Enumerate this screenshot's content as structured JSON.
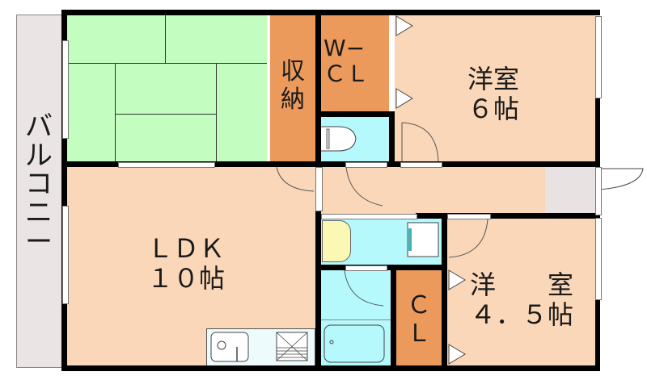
{
  "floor_plan": {
    "rooms": [
      {
        "id": "balcony",
        "label": "バルコニー"
      },
      {
        "id": "washitsu",
        "label": ""
      },
      {
        "id": "shuno",
        "label": "収\n納"
      },
      {
        "id": "wcl",
        "label": "W−\nＣＬ"
      },
      {
        "id": "western6",
        "label": "洋室\n６帖"
      },
      {
        "id": "ldk",
        "label": "ＬＤＫ\n１０帖"
      },
      {
        "id": "cl",
        "label": "Ｃ\nＬ"
      },
      {
        "id": "western45",
        "label": "洋　　室\n４．５帖"
      }
    ],
    "colors": {
      "tatami": "#c3fdbf",
      "room": "#fad7b8",
      "storage": "#ec9a5c",
      "wet_area": "#b5f9fd",
      "balcony": "#eae4e4",
      "wall": "#000000"
    }
  }
}
